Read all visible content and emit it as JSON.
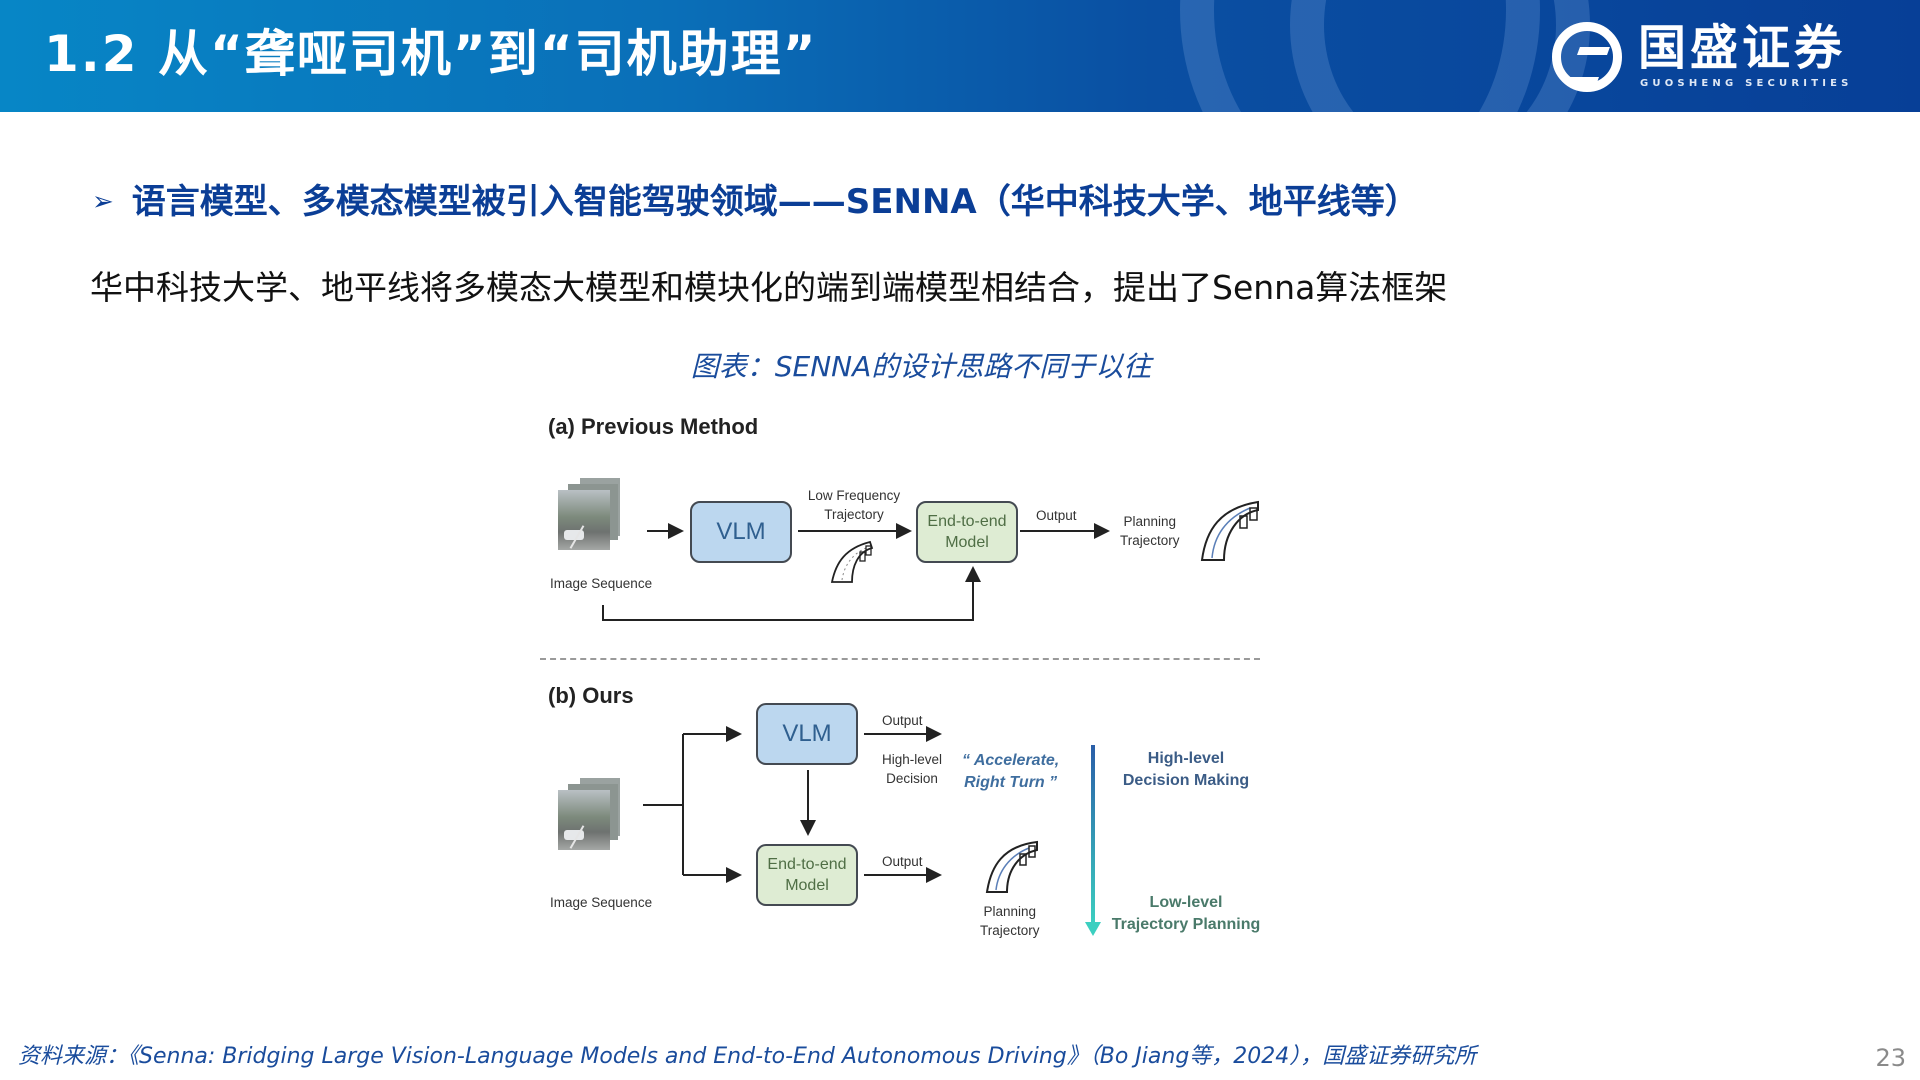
{
  "header": {
    "title": "1.2 从“聋哑司机”到“司机助理”",
    "logo_cn": "国盛证券",
    "logo_en": "GUOSHENG SECURITIES",
    "gradient_start": "#0786c6",
    "gradient_end": "#073f97"
  },
  "bullet": {
    "arrow": "➢",
    "text": "语言模型、多模态模型被引入智能驾驶领域——SENNA（华中科技大学、地平线等）"
  },
  "body": {
    "text": "华中科技大学、地平线将多模态大模型和模块化的端到端模型相结合，提出了Senna算法框架"
  },
  "figure": {
    "caption": "图表：SENNA的设计思路不同于以往",
    "section_a": {
      "title": "(a) Previous Method",
      "image_label": "Image Sequence",
      "vlm_label": "VLM",
      "edge_vlm_to_e2e": "Low Frequency Trajectory",
      "e2e_label_1": "End-to-end",
      "e2e_label_2": "Model",
      "output_label": "Output",
      "result_label_1": "Planning",
      "result_label_2": "Trajectory"
    },
    "section_b": {
      "title": "(b) Ours",
      "image_label": "Image Sequence",
      "vlm_label": "VLM",
      "vlm_output_label": "Output",
      "vlm_output_quote_1": "“ Accelerate,",
      "vlm_output_quote_2": "Right Turn ”",
      "edge_vlm_to_e2e_1": "High-level",
      "edge_vlm_to_e2e_2": "Decision",
      "e2e_label_1": "End-to-end",
      "e2e_label_2": "Model",
      "e2e_output_label": "Output",
      "result_label_1": "Planning",
      "result_label_2": "Trajectory",
      "high_level_1": "High-level",
      "high_level_2": "Decision Making",
      "low_level_1": "Low-level",
      "low_level_2": "Trajectory Planning",
      "high_color": "#3b5c86",
      "low_color": "#4a7a6a"
    }
  },
  "footer": {
    "source": "资料来源：《Senna: Bridging Large Vision-Language Models and End-to-End Autonomous Driving》（Bo Jiang等，2024），国盛证券研究所",
    "page_number": "23"
  }
}
